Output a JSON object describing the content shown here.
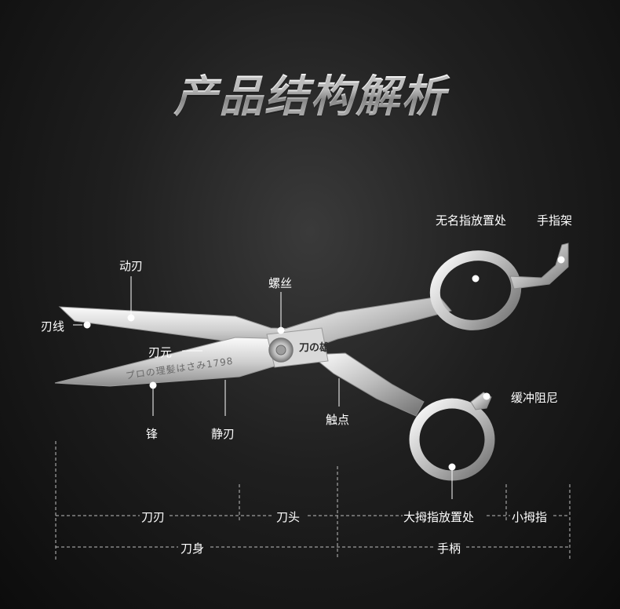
{
  "title": "产品结构解析",
  "labels": {
    "ring_finger": "无名指放置处",
    "finger_rest": "手指架",
    "moving_blade": "动刃",
    "screw": "螺丝",
    "blade_line": "刃线",
    "blade_origin": "刃元",
    "tip": "锋",
    "still_blade": "静刃",
    "contact_point": "触点",
    "damper": "缓冲阻尼"
  },
  "blade_engraving": "プロの理髪はさみ1798",
  "logo": "刀の雄",
  "dimensions": {
    "blade_edge": "刀刃",
    "blade_head": "刀头",
    "thumb_area": "大拇指放置处",
    "little_finger": "小拇指",
    "blade_body": "刀身",
    "handle": "手柄"
  },
  "colors": {
    "background": "#1a1a1a",
    "dashed_line": "#bbbbbb",
    "steel_light": "#f2f2f2",
    "steel_dark": "#8a8a8a"
  }
}
